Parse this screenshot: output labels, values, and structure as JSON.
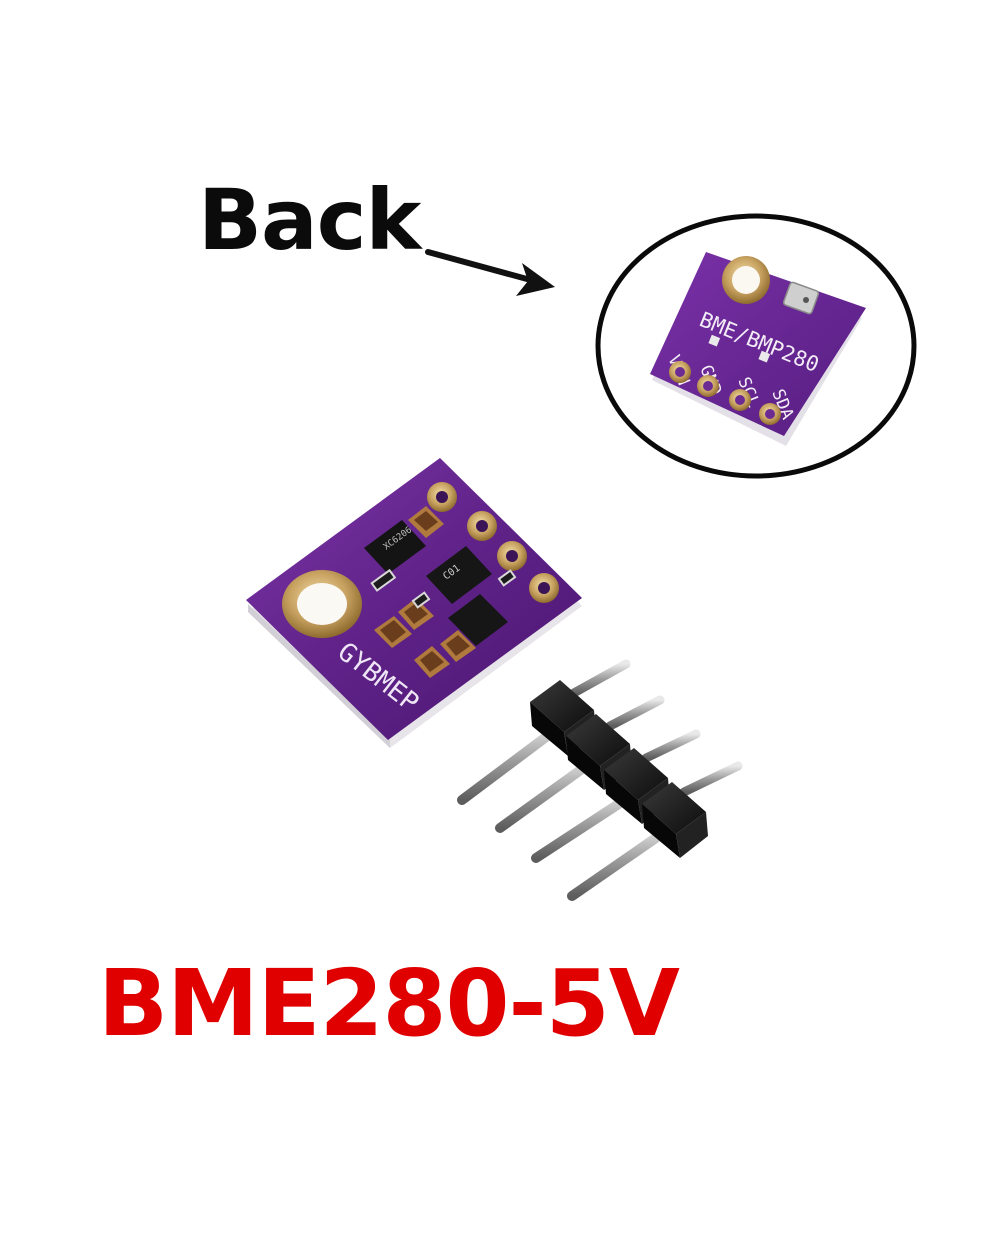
{
  "annotation": {
    "label": "Back",
    "arrow_icon": "arrow-right-icon",
    "circle_color": "#0a0a0a"
  },
  "product": {
    "name": "BME280-5V",
    "name_color": "#e00000"
  },
  "board_front": {
    "silkscreen": "GYBMEP",
    "pcb_color": "#5b1f82",
    "component_marks": [
      "C01",
      "XC6206"
    ]
  },
  "board_back": {
    "title": "BME/BMP280",
    "pins": [
      "VIN",
      "GND",
      "SCL",
      "SDA"
    ]
  },
  "header": {
    "pin_count": 4
  }
}
